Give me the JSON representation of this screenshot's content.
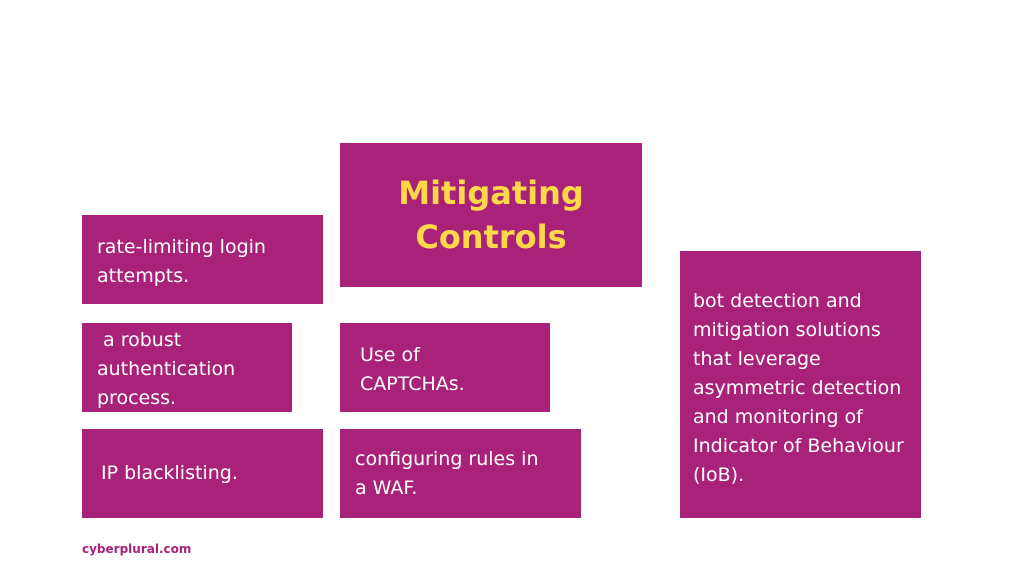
{
  "title": "Mitigating\nControls",
  "controls": {
    "rate_limiting": "rate-limiting login\nattempts.",
    "robust_auth": " a robust\nauthentication\nprocess.",
    "ip_blacklisting": "IP blacklisting.",
    "captchas": "Use of\nCAPTCHAs.",
    "waf_rules": "configuring rules in\na WAF.",
    "bot_detection": "bot detection and\nmitigation solutions\nthat leverage\nasymmetric detection\nand monitoring of\nIndicator of Behaviour\n(IoB)."
  },
  "footer": "cyberplural.com",
  "colors": {
    "box_background": "#a8227a",
    "title_text": "#ffd84a",
    "body_text": "#ffffff",
    "footer_text": "#a8227a"
  }
}
